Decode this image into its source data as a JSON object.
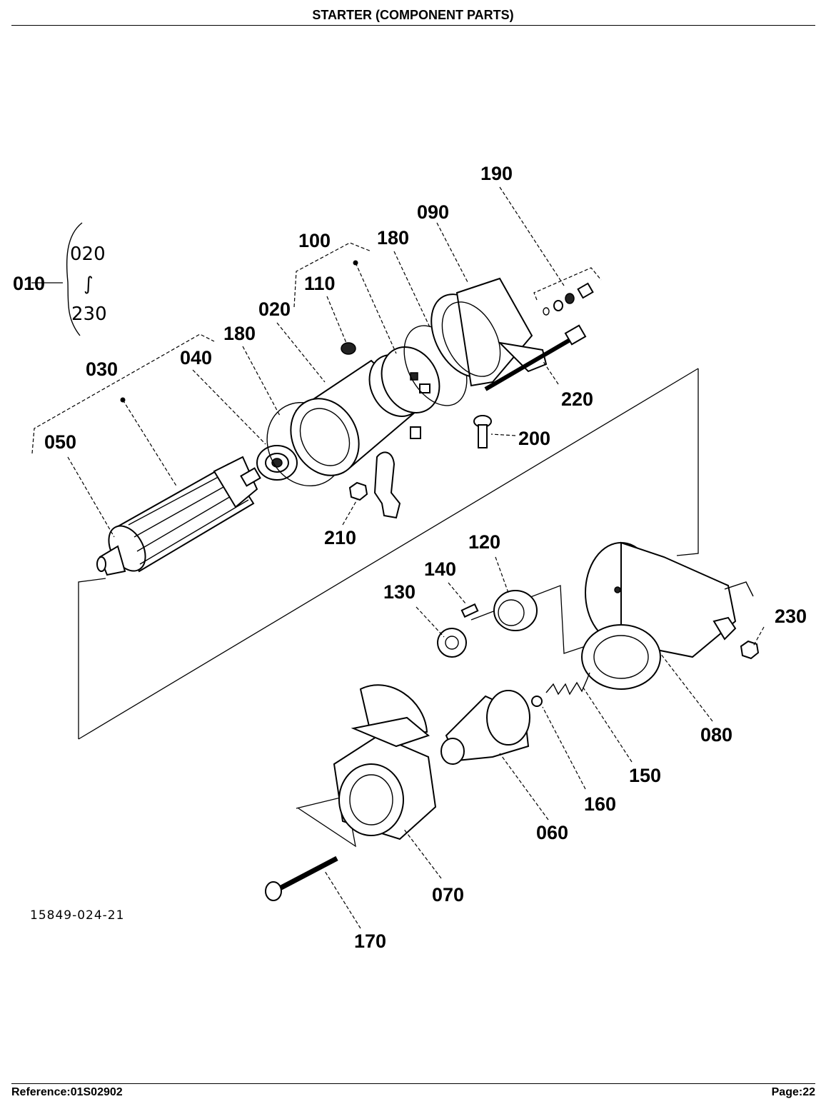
{
  "header": {
    "title": "STARTER (COMPONENT PARTS)"
  },
  "diagram": {
    "drawing_number": "15849-024-21",
    "bracket_range": {
      "from": "020",
      "symbol": "∫",
      "to": "230"
    },
    "part_labels": {
      "p010": "010",
      "p020": "020",
      "p030": "030",
      "p040": "040",
      "p050": "050",
      "p060": "060",
      "p070": "070",
      "p080": "080",
      "p090": "090",
      "p100": "100",
      "p110": "110",
      "p120": "120",
      "p130": "130",
      "p140": "140",
      "p150": "150",
      "p160": "160",
      "p170": "170",
      "p180a": "180",
      "p180b": "180",
      "p190": "190",
      "p200": "200",
      "p210": "210",
      "p220": "220",
      "p230": "230"
    }
  },
  "footer": {
    "reference": "Reference:01S02902",
    "page": "Page:22"
  }
}
